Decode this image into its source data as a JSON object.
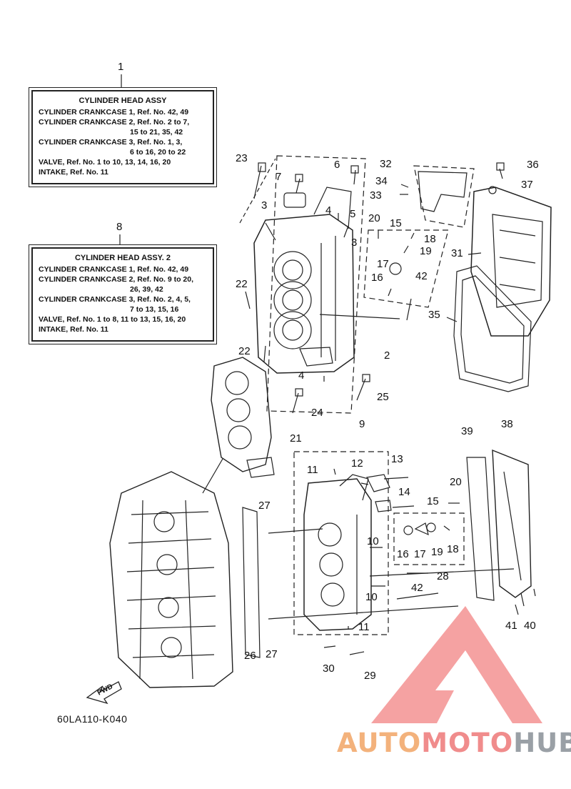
{
  "legend_1": {
    "number": "1",
    "title": "CYLINDER HEAD ASSY",
    "lines": [
      {
        "text": "CYLINDER CRANKCASE 1,  Ref. No. 42, 49",
        "indent": false
      },
      {
        "text": "CYLINDER CRANKCASE 2,  Ref. No. 2 to 7,",
        "indent": false
      },
      {
        "text": "15 to 21, 35, 42",
        "indent": true
      },
      {
        "text": "CYLINDER CRANKCASE 3,  Ref. No. 1, 3,",
        "indent": false
      },
      {
        "text": "6 to 16, 20 to 22",
        "indent": true
      },
      {
        "text": "VALVE,  Ref. No. 1 to 10, 13, 14, 16, 20",
        "indent": false
      },
      {
        "text": "INTAKE,  Ref. No. 11",
        "indent": false
      }
    ]
  },
  "legend_8": {
    "number": "8",
    "title": "CYLINDER HEAD ASSY. 2",
    "lines": [
      {
        "text": "CYLINDER CRANKCASE 1,  Ref. No. 42, 49",
        "indent": false
      },
      {
        "text": "CYLINDER CRANKCASE 2,  Ref. No. 9 to 20,",
        "indent": false
      },
      {
        "text": "26, 39, 42",
        "indent": true
      },
      {
        "text": "CYLINDER CRANKCASE 3,  Ref. No. 2, 4, 5,",
        "indent": false
      },
      {
        "text": "7 to 13, 15, 16",
        "indent": true
      },
      {
        "text": "VALVE,  Ref. No. 1 to 8, 11 to 13, 15, 16, 20",
        "indent": false
      },
      {
        "text": "INTAKE,  Ref. No. 11",
        "indent": false
      }
    ]
  },
  "callouts": [
    "23",
    "7",
    "6",
    "3",
    "4",
    "5",
    "3",
    "22",
    "22",
    "4",
    "24",
    "25",
    "2",
    "32",
    "34",
    "33",
    "36",
    "37",
    "31",
    "35",
    "20",
    "15",
    "18",
    "19",
    "17",
    "16",
    "42",
    "21",
    "9",
    "11",
    "12",
    "13",
    "14",
    "20",
    "15",
    "16",
    "17",
    "19",
    "18",
    "10",
    "10",
    "42",
    "28",
    "11",
    "30",
    "29",
    "27",
    "27",
    "26",
    "39",
    "38",
    "41",
    "40"
  ],
  "fwd_label": "FWD",
  "drawing_code": "60LA110-K040",
  "watermark": {
    "part1": "AUTO",
    "part2": "MOTO",
    "part3": "HUB"
  },
  "colors": {
    "ink": "#222222",
    "watermark_red": "#f06060",
    "watermark_orange": "#f3b27c",
    "watermark_grey": "#9aa0a6"
  }
}
